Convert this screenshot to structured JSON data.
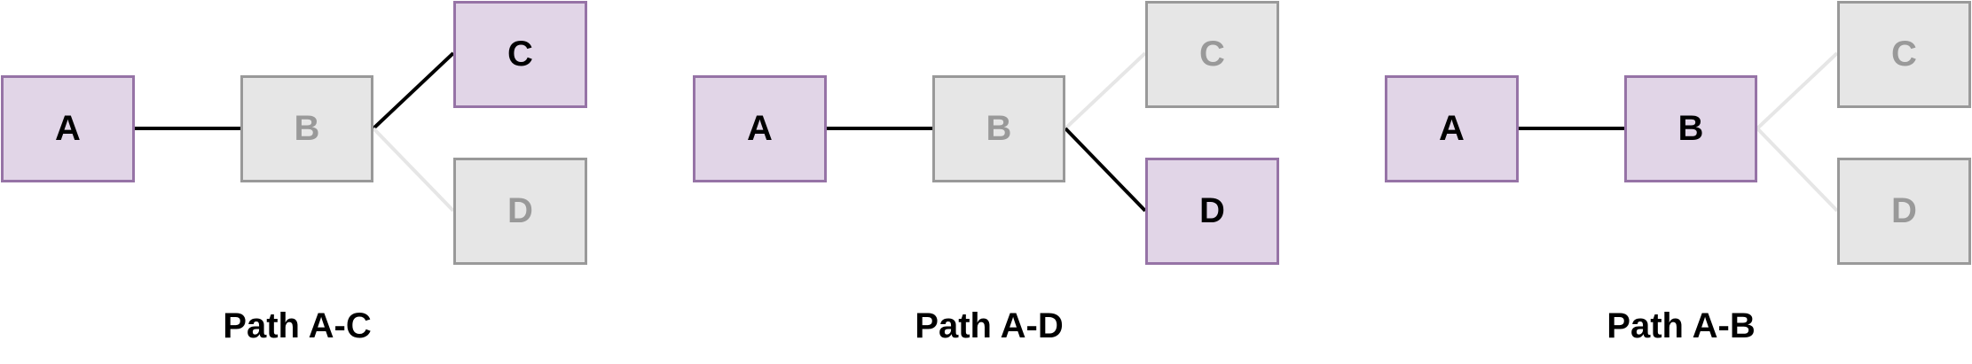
{
  "colors": {
    "active_fill": "#e1d5e7",
    "active_stroke": "#9673a6",
    "inactive_fill": "#e6e6e6",
    "inactive_stroke": "#999999",
    "active_edge": "#000000",
    "inactive_edge": "#e6e6e6"
  },
  "panels": [
    {
      "caption": "Path A-C",
      "nodes": {
        "a": "A",
        "b": "B",
        "c": "C",
        "d": "D"
      },
      "active_nodes": [
        "a",
        "c"
      ],
      "active_edges": [
        "a-b",
        "b-c"
      ]
    },
    {
      "caption": "Path A-D",
      "nodes": {
        "a": "A",
        "b": "B",
        "c": "C",
        "d": "D"
      },
      "active_nodes": [
        "a",
        "d"
      ],
      "active_edges": [
        "a-b",
        "b-d"
      ]
    },
    {
      "caption": "Path A-B",
      "nodes": {
        "a": "A",
        "b": "B",
        "c": "C",
        "d": "D"
      },
      "active_nodes": [
        "a",
        "b"
      ],
      "active_edges": [
        "a-b"
      ]
    }
  ]
}
